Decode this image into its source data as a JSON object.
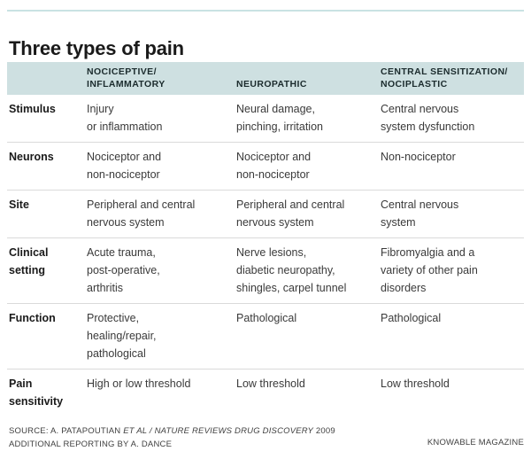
{
  "colors": {
    "header_band_teal": "#cee0e1",
    "top_rule_teal": "#c9e2e3",
    "row_divider_gray": "#dadada",
    "title_black": "#1a1a1a",
    "body_text_gray": "#3a3a3a"
  },
  "chart_data": {
    "type": "table",
    "title": "Three types of pain",
    "columns": [
      "NOCICEPTIVE/\nINFLAMMATORY",
      "NEUROPATHIC",
      "CENTRAL SENSITIZATION/\nNOCIPLASTIC"
    ],
    "rows": [
      {
        "label": "Stimulus",
        "cells": [
          "Injury\nor inflammation",
          "Neural damage,\npinching, irritation",
          "Central nervous\nsystem dysfunction"
        ]
      },
      {
        "label": "Neurons",
        "cells": [
          "Nociceptor and\nnon-nociceptor",
          "Nociceptor and\nnon-nociceptor",
          "Non-nociceptor"
        ]
      },
      {
        "label": "Site",
        "cells": [
          "Peripheral and central\nnervous system",
          "Peripheral and central\nnervous system",
          "Central nervous\nsystem"
        ]
      },
      {
        "label": "Clinical\nsetting",
        "cells": [
          "Acute trauma,\npost-operative,\narthritis",
          "Nerve lesions,\ndiabetic neuropathy,\nshingles, carpel tunnel",
          "Fibromyalgia and a\nvariety of other pain\ndisorders"
        ]
      },
      {
        "label": "Function",
        "cells": [
          "Protective,\nhealing/repair,\npathological",
          "Pathological",
          "Pathological"
        ]
      },
      {
        "label": "Pain\nsensitivity",
        "cells": [
          "High or low threshold",
          "Low threshold",
          "Low threshold"
        ]
      }
    ]
  },
  "footer": {
    "source_prefix": "SOURCE: A. PATAPOUTIAN ",
    "source_italic": "ET AL / NATURE REVIEWS DRUG DISCOVERY",
    "source_suffix": " 2009",
    "additional_reporting": "ADDITIONAL REPORTING BY A. DANCE",
    "credit": "KNOWABLE MAGAZINE"
  }
}
